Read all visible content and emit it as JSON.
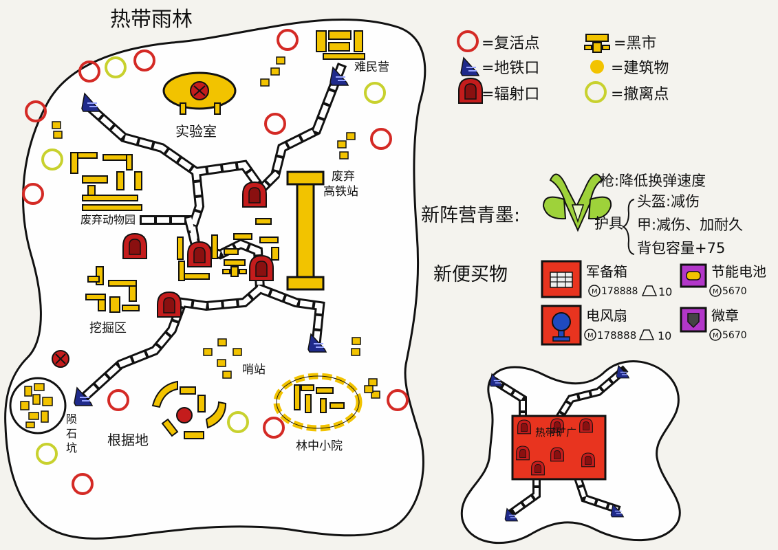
{
  "map": {
    "title": "热带雨林",
    "places": {
      "lab": "实验室",
      "refugee": "难民营",
      "station_l1": "废弃",
      "station_l2": "高铁站",
      "zoo": "废弃动物园",
      "dig": "挖掘区",
      "sentry": "哨站",
      "base": "根据地",
      "yard": "林中小院",
      "crater_l1": "陨",
      "crater_l2": "石",
      "crater_l3": "坑"
    }
  },
  "legend": {
    "respawn": "=复活点",
    "metro": "=地铁口",
    "radiation": "=辐射口",
    "black_market": "=黑市",
    "building": "=建筑物",
    "evac": "=撤离点"
  },
  "new_camp": {
    "label": "新阵营青墨:",
    "gun": "枪:降低换弹速度",
    "armor_title": "护具",
    "helmet": "头盔:减伤",
    "vest": "甲:减伤、加耐久",
    "backpack": "背包容量+75"
  },
  "new_items": {
    "label": "新便买物",
    "items": [
      {
        "name": "军备箱",
        "price": "178888",
        "weight": "10"
      },
      {
        "name": "节能电池",
        "price": "5670",
        "weight": ""
      },
      {
        "name": "电风扇",
        "price": "178888",
        "weight": "10"
      },
      {
        "name": "微章",
        "price": "5670",
        "weight": ""
      }
    ]
  },
  "mine": {
    "label": "热带矿广"
  },
  "colors": {
    "respawn": "#d42a25",
    "evac": "#c8d12e",
    "building": "#f2c300",
    "radiation": "#c41c1c",
    "metro": "#1f2a8a",
    "mine_fill": "#e8341f",
    "purple": "#b237c9",
    "crystal_green": "#9ed23a"
  }
}
